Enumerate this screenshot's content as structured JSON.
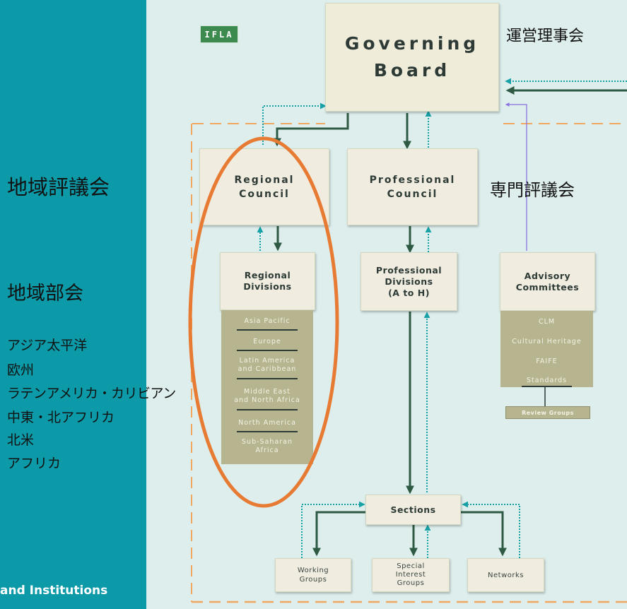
{
  "logo": "IFLA",
  "left": {
    "regional_council_jp": "地域評議会",
    "regional_divisions_jp": "地域部会",
    "regions_jp": [
      "アジア太平洋",
      "欧州",
      "ラテンアメリカ・カリビアン",
      "中東・北アフリカ",
      "北米",
      "アフリカ"
    ],
    "footer": "and Institutions"
  },
  "labels": {
    "governing_board_jp": "運営理事会",
    "professional_council_jp": "専門評議会"
  },
  "nodes": {
    "governing_board": "Governing\nBoard",
    "regional_council": "Regional\nCouncil",
    "professional_council": "Professional\nCouncil",
    "regional_divisions": "Regional\nDivisions",
    "professional_divisions": "Professional\nDivisions\n(A to H)",
    "advisory_committees": "Advisory\nCommittees",
    "sections": "Sections",
    "working_groups": "Working\nGroups",
    "special_interest_groups": "Special\nInterest\nGroups",
    "networks": "Networks",
    "review_groups": "Review Groups"
  },
  "regional_list": [
    "Asia Pacific",
    "Europe",
    "Latin America\nand Caribbean",
    "Middle East\nand North Africa",
    "North America",
    "Sub-Saharan\nAfrica"
  ],
  "advisory_list": [
    "CLM",
    "Cultural Heritage",
    "FAIFE",
    "Standards"
  ],
  "colors": {
    "background": "#0c9aa8",
    "panel": "#ddeeec",
    "box": "#f0ede0",
    "list": "#b7b58f",
    "solid_arrow": "#2e5a44",
    "dotted_arrow": "#17a0a5",
    "advisory_arrow": "#8a72e0",
    "highlight": "#e87b34",
    "dashed_border": "#f0a860"
  }
}
